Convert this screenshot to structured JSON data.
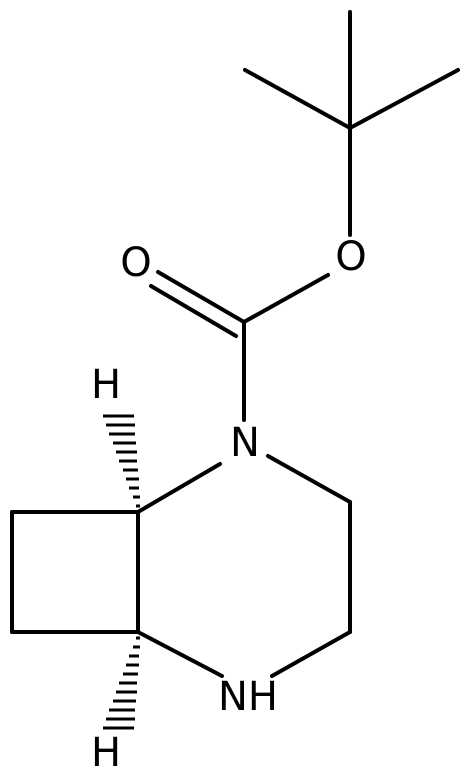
{
  "atoms": {
    "carbonyl_oxygen": "O",
    "ester_oxygen": "O",
    "amide_nitrogen": "N",
    "amine_nitrogen": "NH",
    "stereo_hydrogen_top": "H",
    "stereo_hydrogen_bottom": "H"
  },
  "colors": {
    "bond": "#000000",
    "background": "#ffffff"
  }
}
